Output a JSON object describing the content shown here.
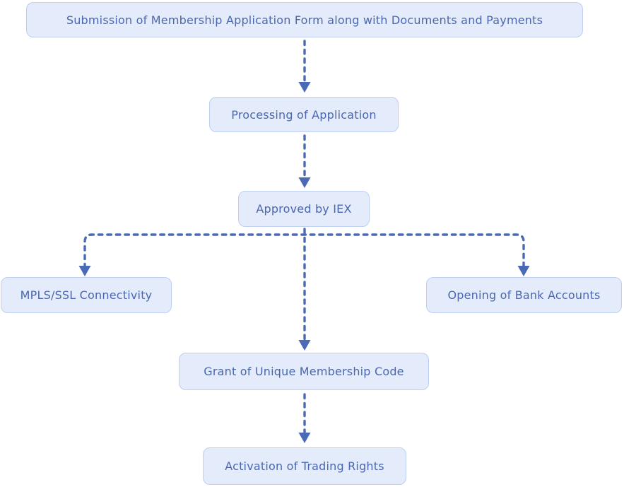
{
  "diagram": {
    "type": "flowchart",
    "direction": "top-down",
    "nodes": [
      {
        "id": "submission",
        "label": "Submission of Membership Application Form along with Documents and Payments"
      },
      {
        "id": "processing",
        "label": "Processing of Application"
      },
      {
        "id": "approved",
        "label": "Approved by IEX"
      },
      {
        "id": "mpls",
        "label": "MPLS/SSL Connectivity"
      },
      {
        "id": "bank",
        "label": "Opening of Bank Accounts"
      },
      {
        "id": "grant",
        "label": "Grant of Unique Membership Code"
      },
      {
        "id": "activation",
        "label": "Activation of Trading Rights"
      }
    ],
    "edges": [
      {
        "from": "submission",
        "to": "processing",
        "style": "dashed-arrow"
      },
      {
        "from": "processing",
        "to": "approved",
        "style": "dashed-arrow"
      },
      {
        "from": "approved",
        "to": "mpls",
        "style": "dashed-arrow"
      },
      {
        "from": "approved",
        "to": "bank",
        "style": "dashed-arrow"
      },
      {
        "from": "approved",
        "to": "grant",
        "style": "dashed-arrow"
      },
      {
        "from": "grant",
        "to": "activation",
        "style": "dashed-arrow"
      }
    ],
    "colors": {
      "box_fill": "#e4ebfa",
      "box_border": "#bfcfef",
      "text": "#4a67af",
      "arrow": "#4a69b7",
      "background": "#ffffff"
    }
  }
}
